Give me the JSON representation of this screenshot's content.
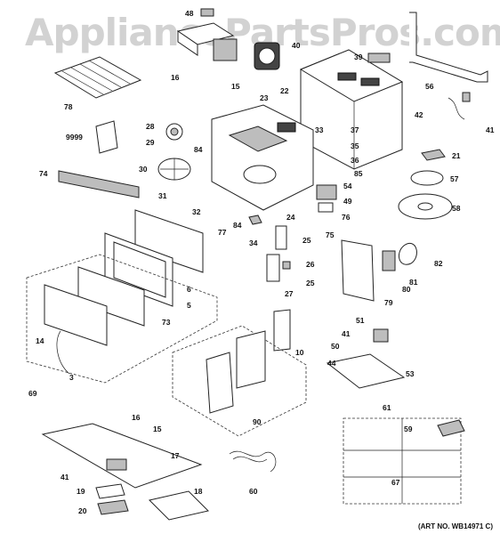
{
  "watermark": "AppliancePartsPros.com",
  "art_number": "(ART NO. WB14971 C)",
  "callouts": [
    {
      "id": "c48",
      "label": "48"
    },
    {
      "id": "c16a",
      "label": "16"
    },
    {
      "id": "c15a",
      "label": "15"
    },
    {
      "id": "c40",
      "label": "40"
    },
    {
      "id": "c39",
      "label": "39"
    },
    {
      "id": "c56",
      "label": "56"
    },
    {
      "id": "c78",
      "label": "78"
    },
    {
      "id": "c23",
      "label": "23"
    },
    {
      "id": "c22",
      "label": "22"
    },
    {
      "id": "c42",
      "label": "42"
    },
    {
      "id": "c41a",
      "label": "41"
    },
    {
      "id": "c28",
      "label": "28"
    },
    {
      "id": "c9999",
      "label": "9999"
    },
    {
      "id": "c29",
      "label": "29"
    },
    {
      "id": "c33",
      "label": "33"
    },
    {
      "id": "c37",
      "label": "37"
    },
    {
      "id": "c35",
      "label": "35"
    },
    {
      "id": "c84a",
      "label": "84"
    },
    {
      "id": "c36",
      "label": "36"
    },
    {
      "id": "c21",
      "label": "21"
    },
    {
      "id": "c74",
      "label": "74"
    },
    {
      "id": "c30",
      "label": "30"
    },
    {
      "id": "c85",
      "label": "85"
    },
    {
      "id": "c57",
      "label": "57"
    },
    {
      "id": "c54",
      "label": "54"
    },
    {
      "id": "c31",
      "label": "31"
    },
    {
      "id": "c49",
      "label": "49"
    },
    {
      "id": "c58",
      "label": "58"
    },
    {
      "id": "c32",
      "label": "32"
    },
    {
      "id": "c76",
      "label": "76"
    },
    {
      "id": "c84b",
      "label": "84"
    },
    {
      "id": "c77",
      "label": "77"
    },
    {
      "id": "c24",
      "label": "24"
    },
    {
      "id": "c75",
      "label": "75"
    },
    {
      "id": "c34",
      "label": "34"
    },
    {
      "id": "c25a",
      "label": "25"
    },
    {
      "id": "c82",
      "label": "82"
    },
    {
      "id": "c26",
      "label": "26"
    },
    {
      "id": "c25b",
      "label": "25"
    },
    {
      "id": "c6",
      "label": "6"
    },
    {
      "id": "c81",
      "label": "81"
    },
    {
      "id": "c27",
      "label": "27"
    },
    {
      "id": "c80",
      "label": "80"
    },
    {
      "id": "c5",
      "label": "5"
    },
    {
      "id": "c79",
      "label": "79"
    },
    {
      "id": "c73",
      "label": "73"
    },
    {
      "id": "c14",
      "label": "14"
    },
    {
      "id": "c51",
      "label": "51"
    },
    {
      "id": "c50",
      "label": "50"
    },
    {
      "id": "c41b",
      "label": "41"
    },
    {
      "id": "c10",
      "label": "10"
    },
    {
      "id": "c44",
      "label": "44"
    },
    {
      "id": "c53",
      "label": "53"
    },
    {
      "id": "c3",
      "label": "3"
    },
    {
      "id": "c69",
      "label": "69"
    },
    {
      "id": "c61",
      "label": "61"
    },
    {
      "id": "c90",
      "label": "90"
    },
    {
      "id": "c16b",
      "label": "16"
    },
    {
      "id": "c15b",
      "label": "15"
    },
    {
      "id": "c59",
      "label": "59"
    },
    {
      "id": "c17",
      "label": "17"
    },
    {
      "id": "c41c",
      "label": "41"
    },
    {
      "id": "c19",
      "label": "19"
    },
    {
      "id": "c18",
      "label": "18"
    },
    {
      "id": "c67",
      "label": "67"
    },
    {
      "id": "c60",
      "label": "60"
    },
    {
      "id": "c20",
      "label": "20"
    }
  ]
}
